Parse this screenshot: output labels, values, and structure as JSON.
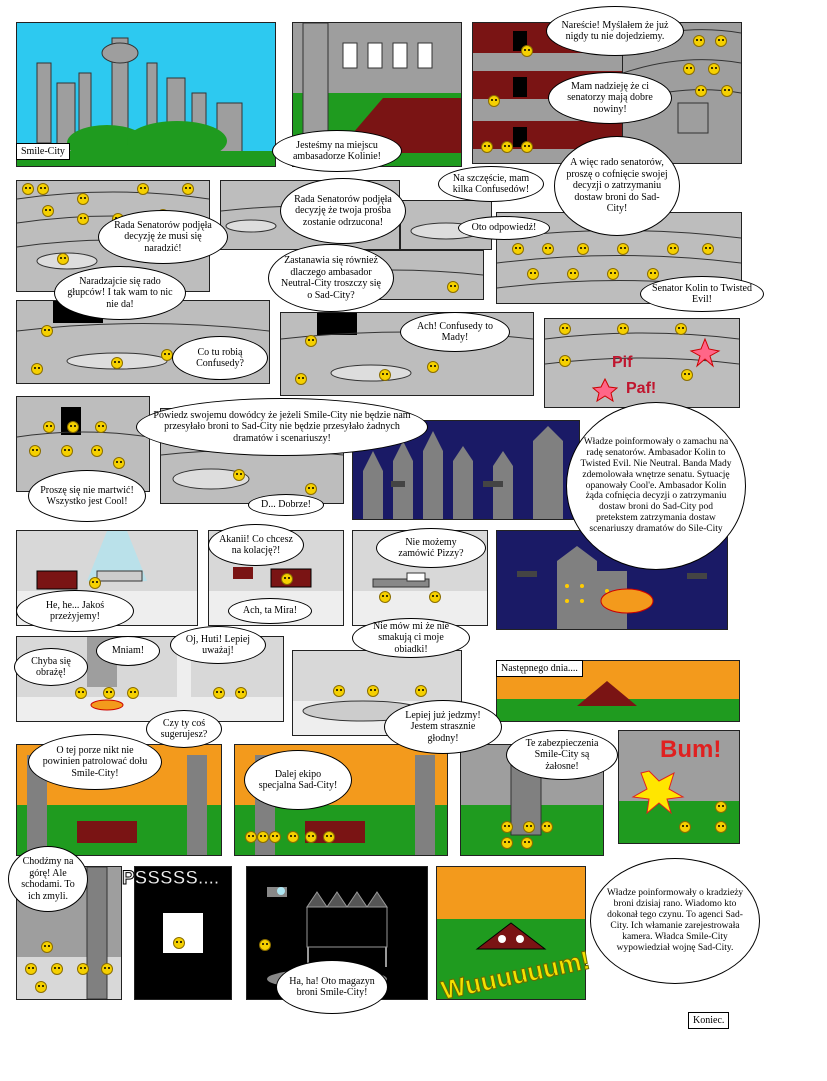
{
  "colors": {
    "sky": "#2dc9f0",
    "city_gray": "#9e9e9e",
    "grass": "#1f9b1f",
    "night": "#1a1a66",
    "sunset": "#f39a1c",
    "smiley": "#f5d000",
    "sofa": "#7a1414"
  },
  "captions": {
    "smile_city": "Smile-City",
    "next_day": "Następnego dnia....",
    "end": "Koniec."
  },
  "sfx": {
    "pif": "Pif",
    "paf": "Paf!",
    "bum": "Bum!",
    "psss": "PSSSSS....",
    "wuuuum": "Wuuuuuum!"
  },
  "bubbles": {
    "b1": "Jesteśmy na miejscu ambasadorze Kolinie!",
    "b2": "Nareście! Myślałem że już nigdy tu nie dojedziemy.",
    "b3": "Mam nadzieję że ci senatorzy mają dobre nowiny!",
    "b4": "Na szczęście, mam kilka Confusedów!",
    "b5": "A więc rado senatorów, proszę o cofnięcie swojej decyzji o zatrzymaniu dostaw broni do Sad-City!",
    "b6": "Rada Senatorów podjęła decyzję że musi się naradzić!",
    "b7": "Rada Senatorów podjęła decyzję że twoja prośba zostanie odrzucona!",
    "b8": "Oto odpowiedź!",
    "b9": "Naradzajcie się rado głupców! I tak wam to nic nie da!",
    "b10": "Zastanawia się również dlaczego ambasador Neutral-City troszczy się o Sad-City?",
    "b11": "Senator Kolin to Twisted Evil!",
    "b12": "Co tu robią Confusedy?",
    "b13": "Ach! Confusedy to Mady!",
    "b14": "Powiedz swojemu dowódcy że jeżeli Smile-City nie będzie nam przesyłało broni to Sad-City nie będzie przesyłało żadnych dramatów i scenariuszy!",
    "b15": "Władze poinformowały o zamachu na radę senatorów. Ambasador Kolin to Twisted Evil. Nie Neutral. Banda Mady zdemolowała wnętrze senatu. Sytuację opanowały Cool'e. Ambasador Kolin żąda cofnięcia decyzji o zatrzymaniu dostaw broni do Sad-City pod pretekstem zatrzymania dostaw scenariuszy dramatów do Sile-City",
    "b16": "Proszę się nie martwić! Wszystko jest Cool!",
    "b17": "D... Dobrze!",
    "b18": "Akanii! Co chcesz na kolację?!",
    "b19": "Nie możemy zamówić Pizzy?",
    "b20": "He, he... Jakoś przeżyjemy!",
    "b21": "Ach, ta Mira!",
    "b22": "Nie mów mi że nie smakują ci moje obiadki!",
    "b23": "Chyba się obrażę!",
    "b24": "Mniam!",
    "b25": "Oj, Huti! Lepiej uważaj!",
    "b26": "Czy ty coś sugerujesz?",
    "b27": "Lepiej już jedzmy! Jestem strasznie głodny!",
    "b28": "O tej porze nikt nie powinien patrolować dołu Smile-City!",
    "b29": "Dalej ekipo specjalna Sad-City!",
    "b30": "Te zabezpieczenia Smile-City są żałosne!",
    "b31": "Chodźmy na górę! Ale schodami. To ich zmyli.",
    "b32": "Ha, ha! Oto magazyn broni Smile-City!",
    "b33": "Władze poinformowały o kradzieży broni dzisiaj rano. Wiadomo kto dokonał tego czynu. To agenci Sad-City. Ich włamanie zarejestrowała kamera. Władca Smile-City wypowiedział wojnę Sad-City."
  }
}
